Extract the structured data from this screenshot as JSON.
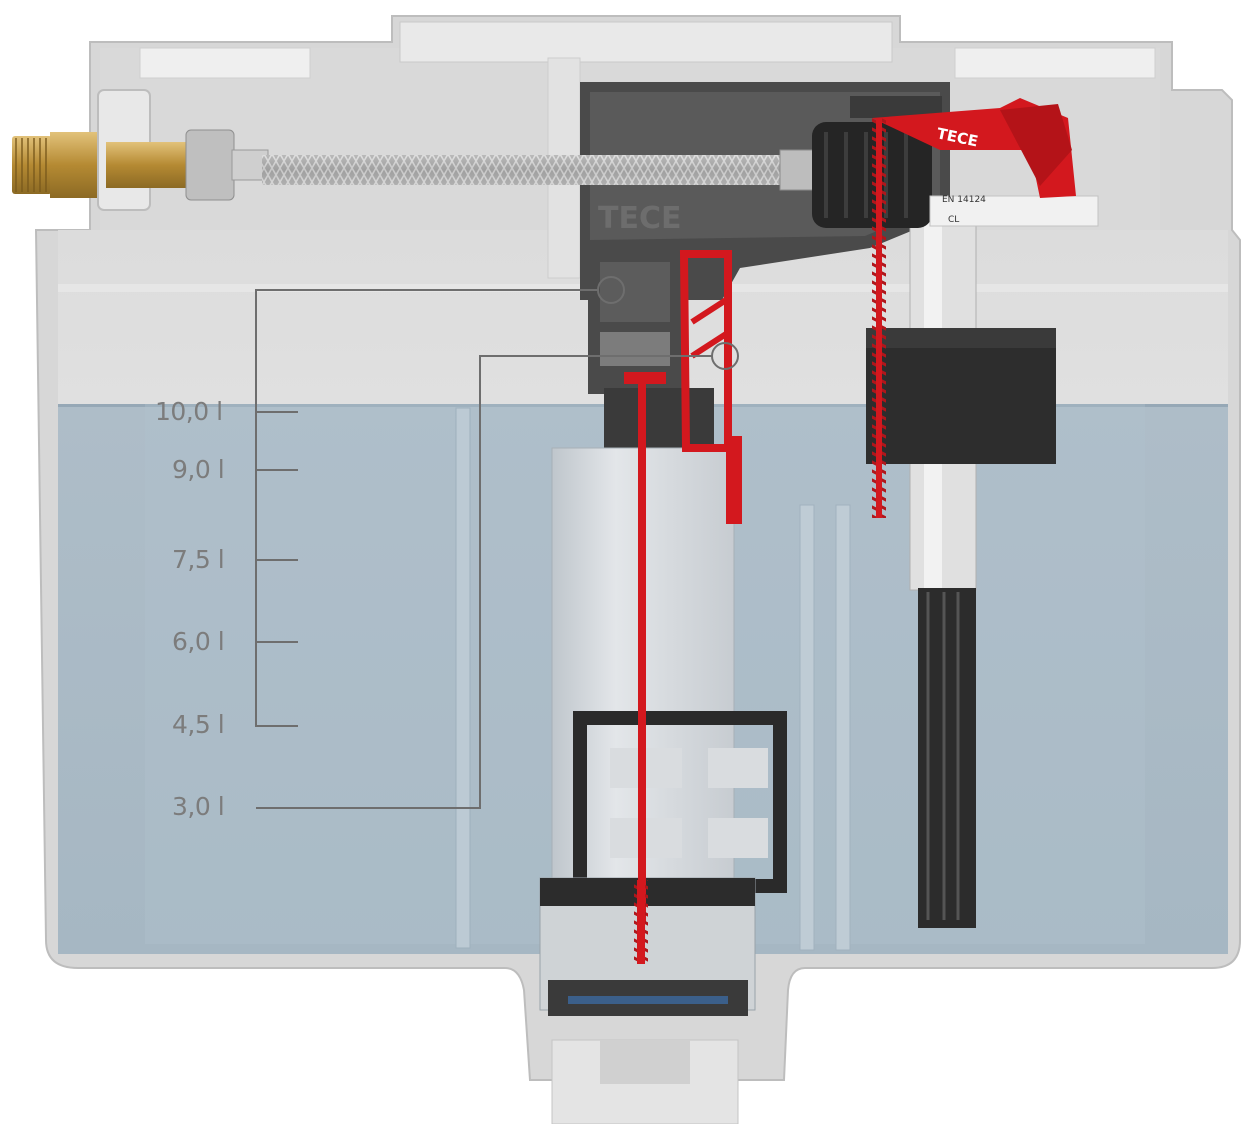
{
  "brand": {
    "logo_text": "TECE",
    "valve_logo_text": "TECE"
  },
  "valve_markings": {
    "standard": "EN 14124",
    "class": "CL"
  },
  "scale": {
    "volumes": [
      {
        "label": "10,0 l"
      },
      {
        "label": "9,0 l"
      },
      {
        "label": "7,5 l"
      },
      {
        "label": "6,0 l"
      },
      {
        "label": "4,5 l"
      },
      {
        "label": "3,0 l"
      }
    ]
  },
  "colors": {
    "water": "#a9bac6",
    "tank": "#e6e6e6",
    "accent_red": "#d3181e",
    "scale_line": "#6e6e6e",
    "brass": "#c9a14a"
  }
}
